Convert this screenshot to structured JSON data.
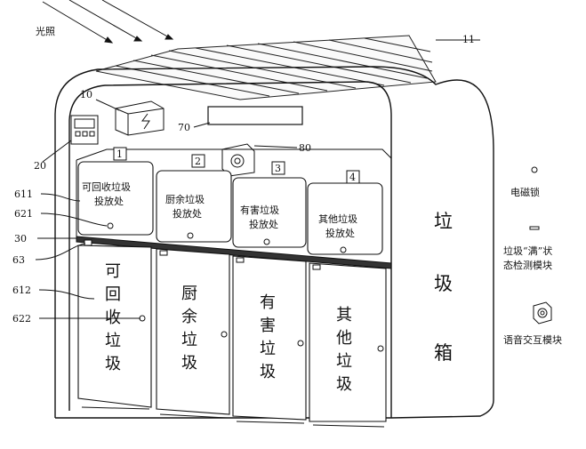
{
  "labels": {
    "light": "光照",
    "n11": "11",
    "n10": "10",
    "n70": "70",
    "n80": "80",
    "n20": "20",
    "n611": "611",
    "n621": "621",
    "n30": "30",
    "n63": "63",
    "n612": "612",
    "n622": "622"
  },
  "compartments": [
    {
      "num": "1",
      "line1": "可回收垃圾",
      "line2": "投放处",
      "door": [
        "可",
        "回",
        "收",
        "垃",
        "圾"
      ]
    },
    {
      "num": "2",
      "line1": "厨余垃圾",
      "line2": "投放处",
      "door": [
        "厨",
        "余",
        "垃",
        "圾"
      ]
    },
    {
      "num": "3",
      "line1": "有害垃圾",
      "line2": "投放处",
      "door": [
        "有",
        "害",
        "垃",
        "圾"
      ]
    },
    {
      "num": "4",
      "line1": "其他垃圾",
      "line2": "投放处",
      "door": [
        "其",
        "他",
        "垃",
        "圾"
      ]
    }
  ],
  "side_title": [
    "垃",
    "圾",
    "箱"
  ],
  "legend": {
    "lock": "电磁锁",
    "full_line1": "垃圾“满”状",
    "full_line2": "态检测模块",
    "voice": "语音交互模块"
  },
  "icons": {
    "lock": "circle-icon",
    "full_sensor": "bar-icon",
    "voice": "speaker-icon",
    "solar": "solar-panel",
    "battery": "battery-icon"
  }
}
